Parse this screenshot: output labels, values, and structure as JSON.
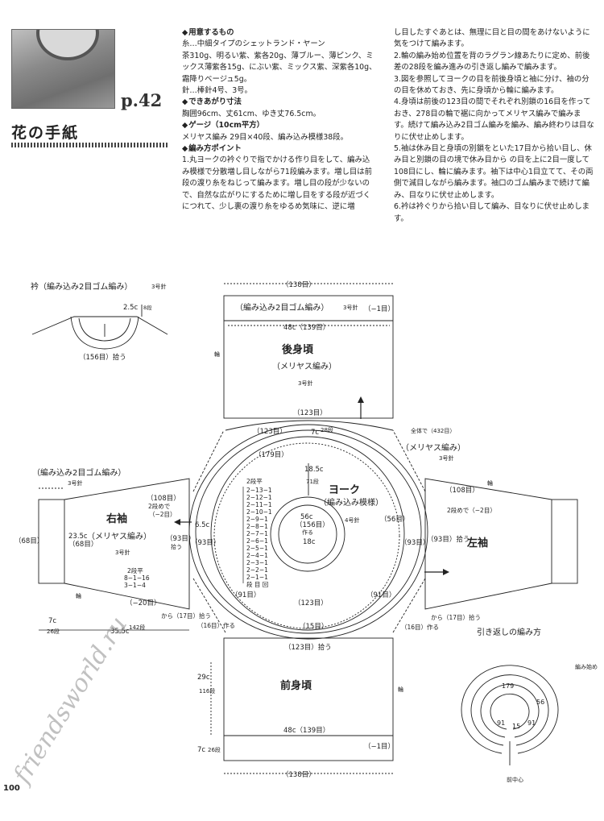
{
  "header": {
    "page_ref": "p.42",
    "title": "花の手紙",
    "photo_icon": "sweater-photo"
  },
  "col1": {
    "materials_head": "用意するもの",
    "materials": "糸…中細タイプのシェットランド・ヤーン\n茶310g、明るい紫、紫各20g、薄ブルー、薄ピンク、ミックス薄紫各15g、にぶい紫、ミックス紫、深紫各10g、霜降りベージュ5g。\n針…棒針4号、3号。",
    "size_head": "できあがり寸法",
    "size": "胸囲96cm、丈61cm、ゆき丈76.5cm。",
    "gauge_head": "ゲージ（10cm平方）",
    "gauge": "メリヤス編み 29目×40段、編み込み模様38段。",
    "points_head": "編み方ポイント",
    "points": "1.丸ヨークの衿ぐりで指でかける作り目をして、編み込み模様で分散増し目しながら71段編みます。増し目は前段の渡り糸をねじって編みます。増し目の段が少ないので、自然な広がりにするために増し目をする段が近づくにつれて、少し裏の渡り糸をゆるめ気味に、逆に増"
  },
  "col2": {
    "text": "し目したすぐあとは、無理に目と目の間をあけないように気をつけて編みます。\n2.輪の編み始め位置を背のラグラン線あたりに定め、前後差の28段を編み進みの引き返し編みで編みます。\n3.図を参照してヨークの目を前後身頃と袖に分け、袖の分の目を休めておき、先に身頃から輪に編みます。\n4.身頃は前後の123目の間でそれぞれ別鎖の16目を作っておき、278目の輪で裾に向かってメリヤス編みで編みます。続けて編み込み2目ゴム編みを編み、編み終わりは目なりに伏せ止めします。\n5.袖は休み目と身頃の別鎖をといた17目から拾い目し、休み目と別鎖の目の境で休み目から の目を上に2目一度して108目にし、輪に編みます。袖下は中心1目立てて、その両側で減目しながら編みます。袖口のゴム編みまで続けて編み、目なりに伏せ止めします。\n6.衿は衿ぐりから拾い目して編み、目なりに伏せ止めします。"
  },
  "collar": {
    "title": "衿（編み込み2目ゴム編み）",
    "needle": "3号針",
    "height": "2.5c",
    "rows": "8段",
    "pick": "（156目）拾う"
  },
  "back": {
    "top_stitches": "（138目）",
    "rib": "（編み込み2目ゴム編み）",
    "rib_needle": "3号針",
    "decrease": "（−1目）",
    "width": "48c（139目）",
    "edge": "輪",
    "name": "後身頃",
    "pattern": "（メリヤス編み）",
    "needle": "3号針",
    "bottom_stitches": "（123目）"
  },
  "yoke": {
    "stitches_123": "（123目）",
    "h7": "7c",
    "rows28": "28段",
    "stitches_179": "（179目）",
    "total": "全体で（432目）",
    "stockinette": "（メリヤス編み）",
    "stock_needle": "3号針",
    "depth": "18.5c",
    "depth_rows": "71段",
    "name": "ヨーク",
    "pattern": "（編み込み模様）",
    "needle": "4号針",
    "neck": "56c",
    "neck_stitches": "（156目）",
    "cast_on": "作る",
    "inner": "18c",
    "left_56": "（56目）",
    "left_93": "（93目）",
    "right_93": "（93目）",
    "st91_left": "（91目）",
    "st91_right": "（91目）",
    "bottom_123": "（123目）",
    "st15": "（15目）",
    "inc_head": "2段平",
    "inc_rows": [
      "2−13−1",
      "2−12−1",
      "2−11−1",
      "2−10−1",
      "2−9−1",
      "2−8−1",
      "2−7−1",
      "2−6−1",
      "2−5−1",
      "2−4−1",
      "2−3−1",
      "2−2−1",
      "2−1−1"
    ],
    "inc_foot": "段 目 回"
  },
  "right_sleeve": {
    "rib": "（編み込み2目ゴム編み）",
    "rib_needle": "3号針",
    "st108": "（108目）",
    "every2": "2段めで",
    "dec2": "（−2目）",
    "name": "右袖",
    "width": "23.5c",
    "width_st": "（68目）",
    "pattern": "（メリヤス編み）",
    "needle": "3号針",
    "cuff_st": "（68目）",
    "h65": "6.5c",
    "pick_93": "（93目）",
    "pick": "拾う",
    "dec_head": "2段平",
    "dec_rows": [
      "8−1−16",
      "3−1−4"
    ],
    "edge": "輪",
    "minus20": "（−20目）",
    "cuff_len": "7c",
    "cuff_rows": "26段",
    "length": "35.5c",
    "length_rows": "142段",
    "from17": "から（17目）拾う",
    "make16": "（16目）作る"
  },
  "left_sleeve": {
    "name": "左袖",
    "needle": "3号針",
    "st108": "（108目）",
    "every2": "2段めで（−2目）",
    "pick_93": "（93目）拾う",
    "edge": "輪",
    "from17": "から（17目）拾う",
    "make16": "（16目）作る"
  },
  "front": {
    "pick": "（123目）拾う",
    "name": "前身頃",
    "edge": "輪",
    "length": "29c",
    "length_rows": "116段",
    "width": "48c（139目）",
    "decrease": "（−1目）",
    "rib_len": "7c",
    "rib_rows": "26段",
    "bottom": "（138目）"
  },
  "short_rows": {
    "title": "引き返しの編み方",
    "start": "編み始め",
    "n179": "179",
    "n56": "56",
    "n91a": "91",
    "n15": "15",
    "n91b": "91",
    "center": "前中心"
  },
  "footer": {
    "page_num": "100",
    "watermark": "friendsworld.ru"
  }
}
